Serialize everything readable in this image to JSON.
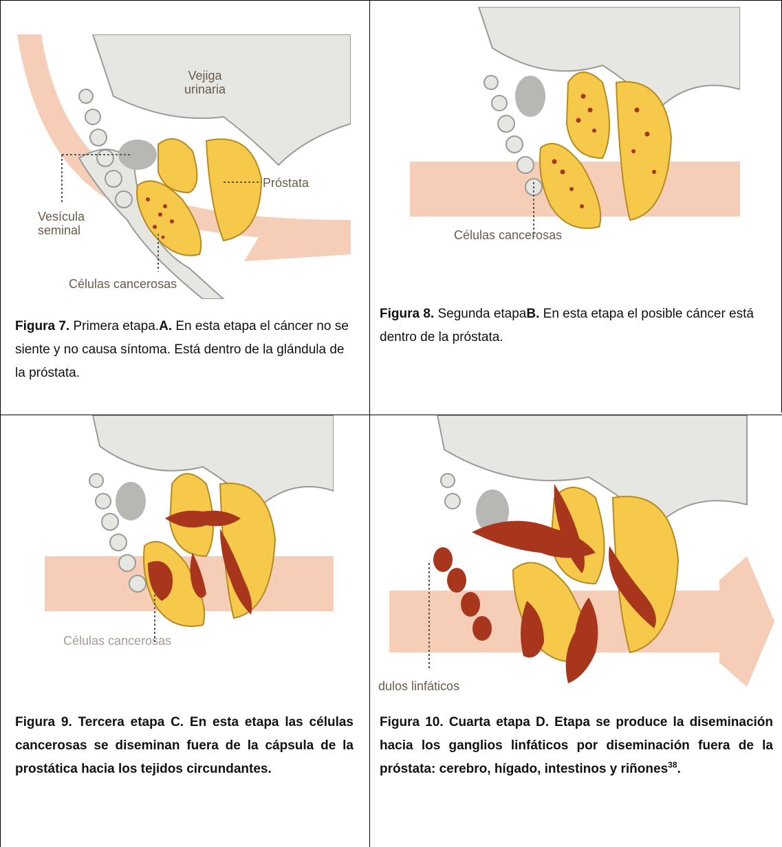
{
  "figures": [
    {
      "labels": {
        "bladder": "Vejiga urinaria",
        "prostate": "Próstata",
        "vesicle": "Vesícula seminal",
        "cells": "Células cancerosas"
      },
      "caption_bold": "Figura 7.",
      "caption_mid": " Primera etapa.",
      "caption_bold2": "A.",
      "caption_rest": " En esta etapa el cáncer no se siente y no causa síntoma. Está dentro de la glándula de la próstata."
    },
    {
      "labels": {
        "cells": "Células cancerosas"
      },
      "caption_bold": "Figura 8.",
      "caption_mid": " Segunda etapa",
      "caption_bold2": "B.",
      "caption_rest": " En esta etapa el posible cáncer está dentro de la próstata."
    },
    {
      "labels": {
        "cells": "Células cancerosas"
      },
      "caption": "Figura 9. Tercera etapa C. En esta etapa las células cancerosas se diseminan fuera de la cápsula de la prostática hacia los tejidos circundantes."
    },
    {
      "labels": {
        "nodes": "dulos linfáticos"
      },
      "caption": "Figura 10. Cuarta etapa D. Etapa se produce la diseminación hacia los ganglios linfáticos por diseminación fuera de la próstata: cerebro, hígado, intestinos y riñones",
      "superscript": "38",
      "caption_end": "."
    }
  ],
  "colors": {
    "gland": "#f7c94a",
    "gland_light": "#fbe08a",
    "tumor": "#a8361c",
    "band": "#f6cdb6",
    "tissue": "#e6e6e2",
    "tissue_line": "#9a9a96"
  }
}
